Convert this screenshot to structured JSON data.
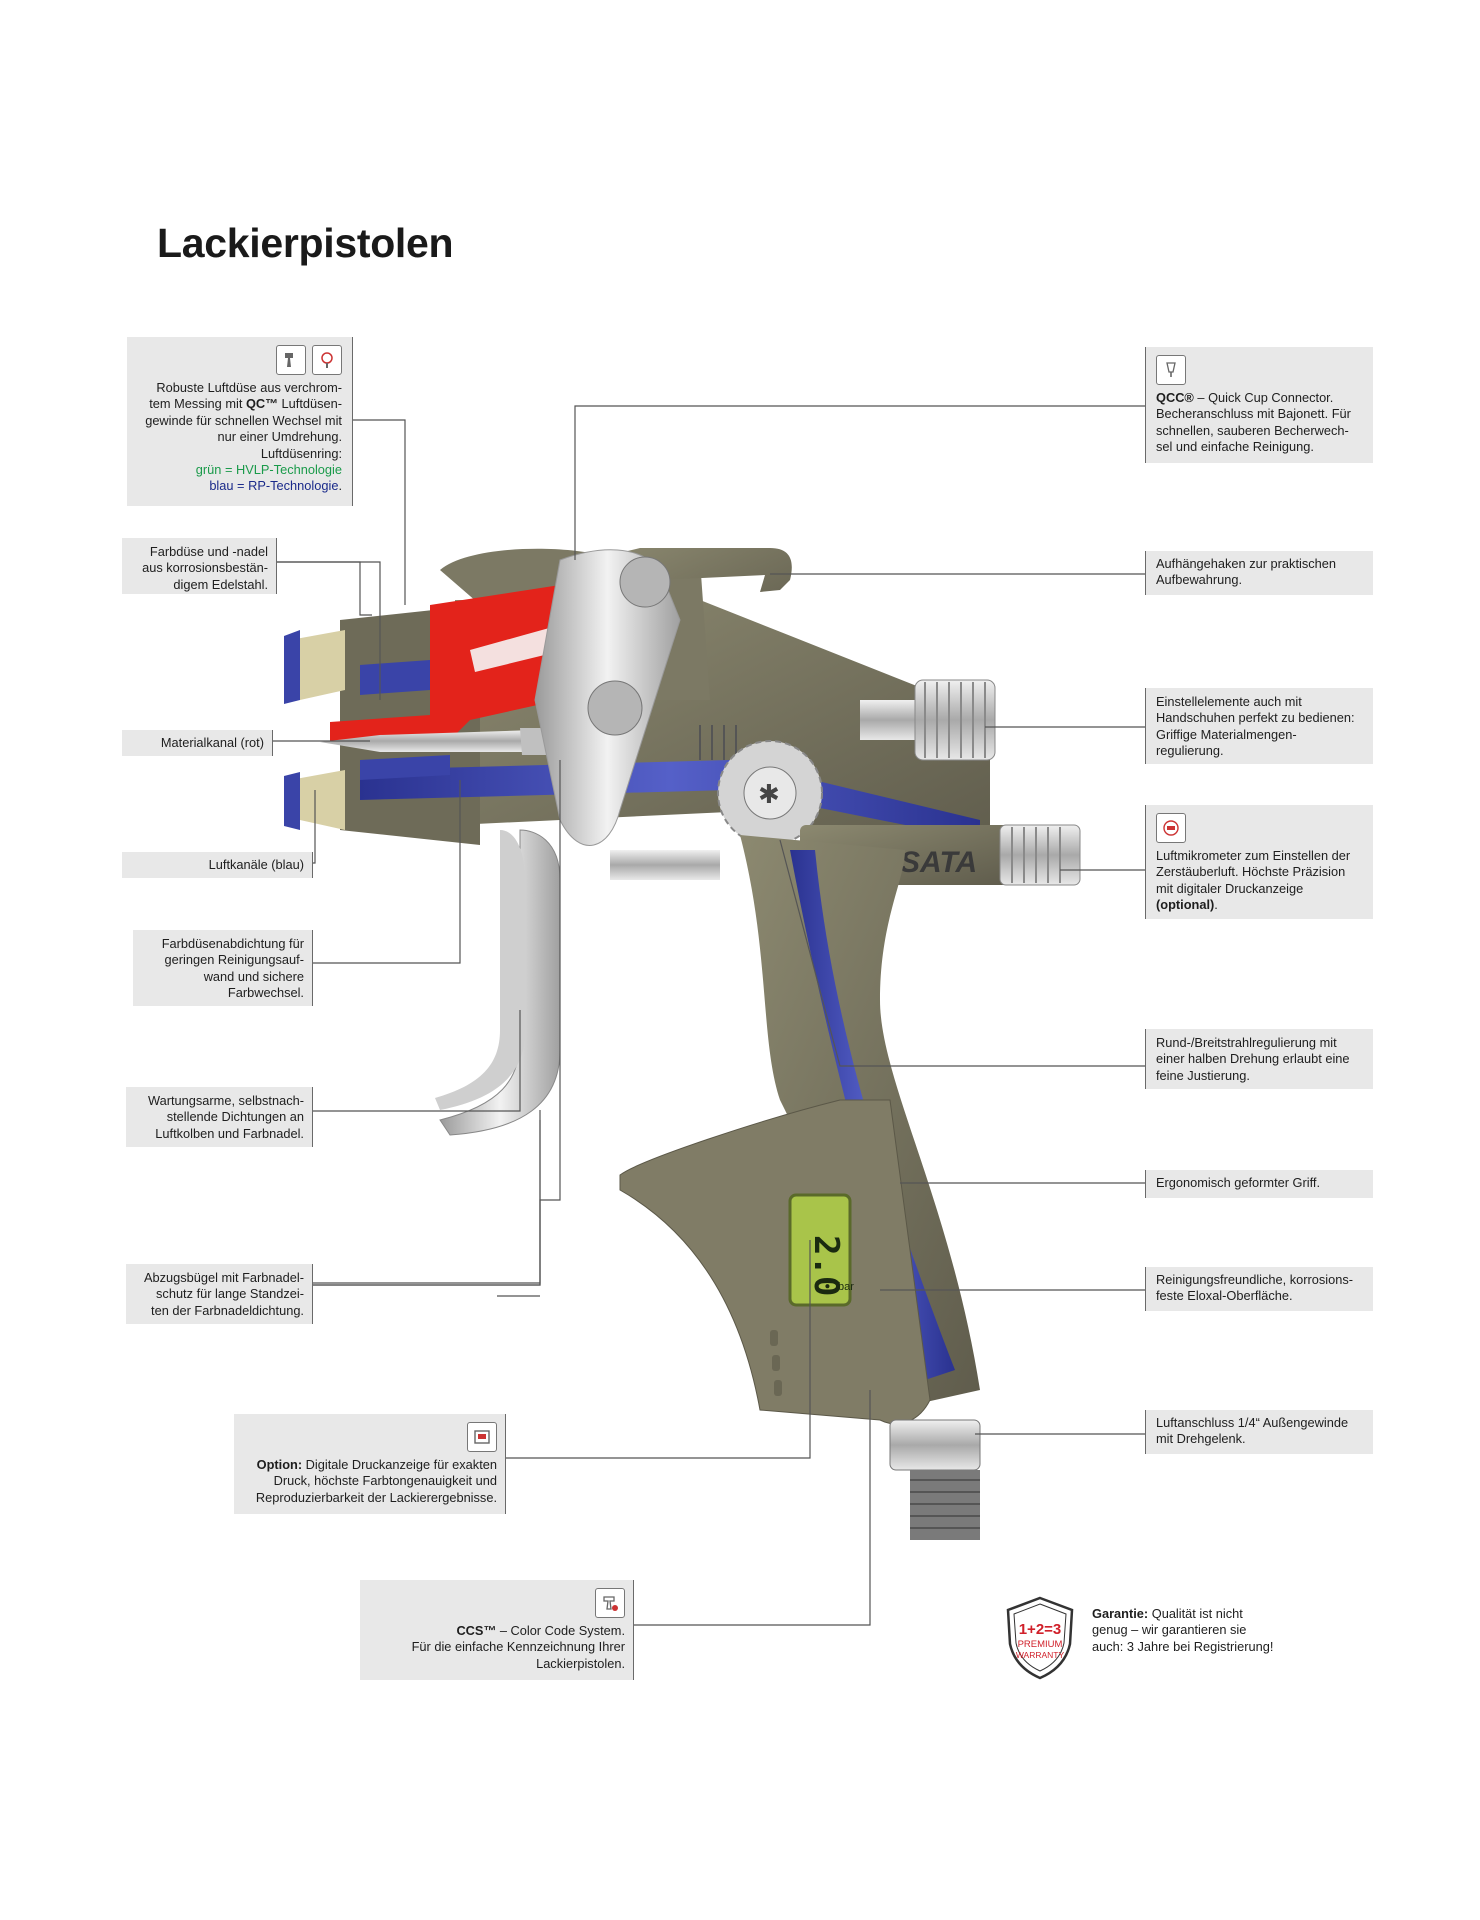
{
  "title": "Lackierpistolen",
  "left": {
    "nozzle": {
      "lines": [
        "Robuste Luftdüse aus verchrom-",
        "tem Messing mit QC™ Luftdüsen-",
        "gewinde für schnellen Wechsel mit",
        "nur einer Umdrehung.",
        "Luftdüsenring:"
      ],
      "green": "grün = HVLP-Technologie",
      "blue": "blau = RP-Technologie",
      "blue_end": ".",
      "icons": [
        "spray-gun-icon",
        "quick-change-icon"
      ]
    },
    "farbduese": [
      "Farbdüse und -nadel",
      "aus korrosionsbestän-",
      "digem Edelstahl."
    ],
    "materialkanal": "Materialkanal (rot)",
    "luftkanaele": "Luftkanäle (blau)",
    "abdichtung": [
      "Farbdüsenabdichtung für",
      "geringen Reinigungsauf-",
      "wand und sichere",
      "Farbwechsel."
    ],
    "dichtungen": [
      "Wartungsarme, selbstnach-",
      "stellende Dichtungen an",
      "Luftkolben und Farbnadel."
    ],
    "abzug": [
      "Abzugsbügel mit Farbnadel-",
      "schutz für lange Standzei-",
      "ten der Farbnadeldichtung."
    ],
    "option": {
      "bold": "Option:",
      "lines": [
        " Digitale Druckanzeige für exakten",
        "Druck, höchste Farbtongenauigkeit und",
        "Reproduzierbarkeit der Lackierergebnisse."
      ],
      "icon": "digital-gauge-icon"
    },
    "ccs": {
      "bold": "CCS™",
      "lines": [
        " – Color Code System.",
        "Für die einfache Kennzeichnung Ihrer",
        "Lackierpistolen."
      ],
      "icon": "color-code-icon"
    }
  },
  "right": {
    "qcc": {
      "bold": "QCC®",
      "lines": [
        " – Quick Cup Connector.",
        "Becheranschluss mit Bajonett. Für",
        "schnellen, sauberen Becherwech-",
        "sel und einfache Reinigung."
      ],
      "icon": "cup-connector-icon"
    },
    "haken": [
      "Aufhängehaken zur praktischen",
      "Aufbewahrung."
    ],
    "einstell": [
      "Einstellelemente auch mit",
      "Handschuhen perfekt zu bedienen:",
      "Griffige Materialmengen-",
      "regulierung."
    ],
    "mikrometer": {
      "lines": [
        "Luftmikrometer zum Einstellen der",
        "Zerstäuberluft. Höchste Präzision",
        "mit digitaler Druckanzeige"
      ],
      "bold": "(optional)",
      "end": ".",
      "icon": "air-micrometer-icon"
    },
    "strahl": [
      "Rund-/Breitstrahlregulierung mit",
      "einer halben Drehung erlaubt eine",
      "feine Justierung."
    ],
    "griff": "Ergonomisch geformter Griff.",
    "eloxal": [
      "Reinigungsfreundliche, korrosions-",
      "feste Eloxal-Oberfläche."
    ],
    "luftanschluss": [
      "Luftanschluss 1/4“ Außengewinde",
      "mit Drehgelenk."
    ]
  },
  "warranty": {
    "badge_top": "1+2=3",
    "badge_mid": "PREMIUM",
    "badge_bot": "WARRANTY",
    "bold": "Garantie:",
    "lines": [
      " Qualität ist nicht",
      "genug – wir garantieren sie",
      "auch: 3 Jahre bei Registrierung!"
    ]
  },
  "gun": {
    "brand": "SATA",
    "display_value": "2.0",
    "display_unit": "bar"
  },
  "colors": {
    "material_channel": "#e3231b",
    "air_channel": "#3a44a8",
    "body": "#7a7763",
    "chrome": "#c9c9c9"
  }
}
